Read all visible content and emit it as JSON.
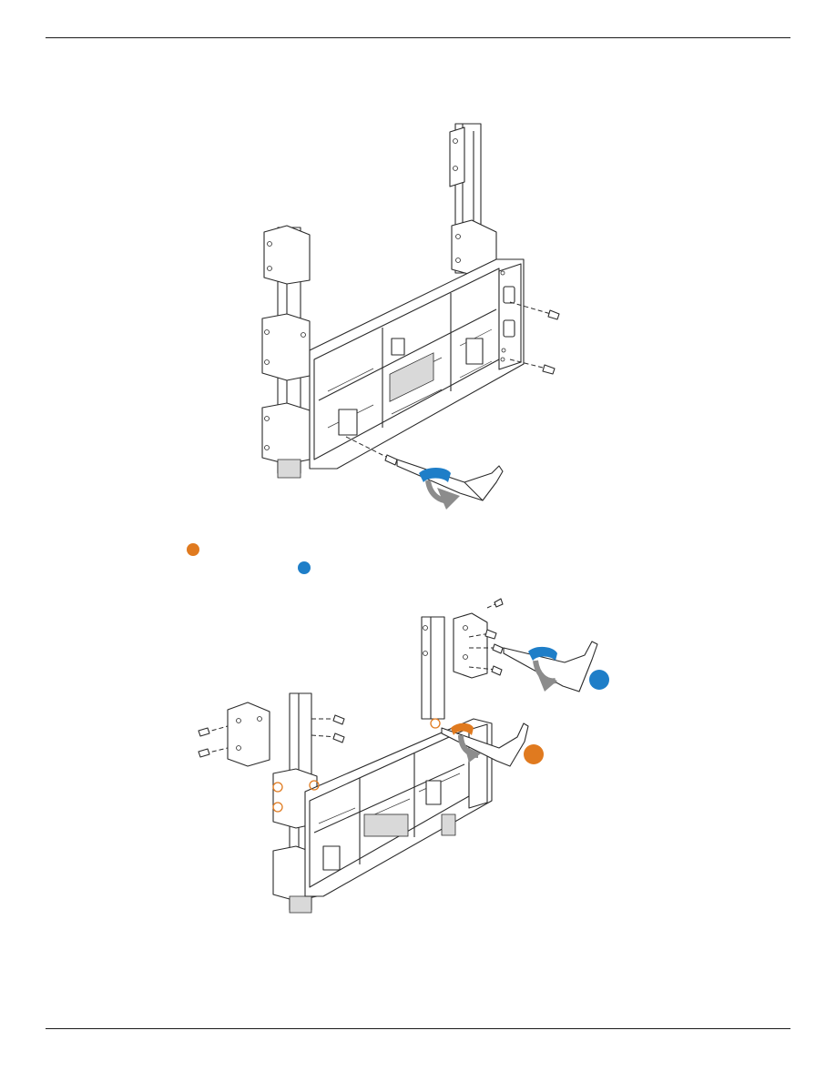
{
  "page": {
    "background": "#ffffff",
    "rule_color": "#1a1a1a"
  },
  "colors": {
    "rotate_tighten": "#1e7ec8",
    "rotate_loosen": "#e07a1f",
    "arrow_gray": "#8c8c8c"
  },
  "figure_1": {
    "subject": "led-cabinet-frame-with-mounting-posts",
    "steps": [
      "screw-insertion",
      "tighten-with-hex-key"
    ],
    "rotation_indicator_color": "#1e7ec8"
  },
  "legend": {
    "items": [
      {
        "marker": "orange-dot-icon",
        "color": "#e07a1f"
      },
      {
        "marker": "blue-dot-icon",
        "color": "#1e7ec8"
      }
    ]
  },
  "figure_2": {
    "subject": "cabinet-with-side-brackets-attached",
    "callouts": [
      {
        "marker": "blue-dot-icon",
        "color": "#1e7ec8"
      },
      {
        "marker": "orange-dot-icon",
        "color": "#e07a1f"
      }
    ]
  }
}
